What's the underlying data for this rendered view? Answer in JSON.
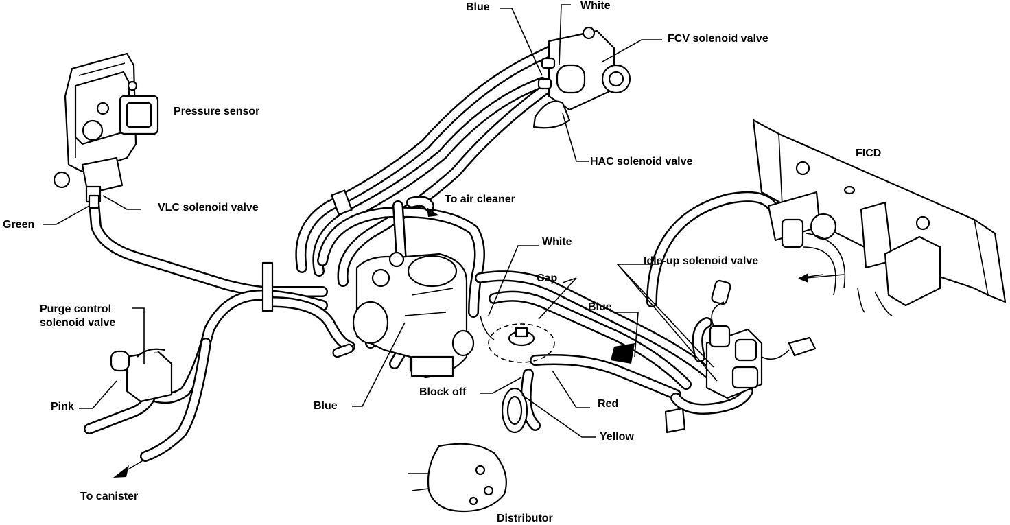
{
  "labels": {
    "blue_top": "Blue",
    "white_top": "White",
    "fcv": "FCV solenoid valve",
    "pressure_sensor": "Pressure sensor",
    "hac": "HAC solenoid valve",
    "ficd": "FICD",
    "to_air_cleaner": "To air cleaner",
    "vlc": "VLC solenoid valve",
    "green": "Green",
    "white_mid": "White",
    "idle_up": "Idle-up solenoid valve",
    "cap": "Cap",
    "purge_line1": "Purge control",
    "purge_line2": "solenoid valve",
    "blue_right": "Blue",
    "pink": "Pink",
    "block_off": "Block off",
    "blue_bottom": "Blue",
    "red": "Red",
    "yellow": "Yellow",
    "to_canister": "To canister",
    "distributor": "Distributor"
  }
}
